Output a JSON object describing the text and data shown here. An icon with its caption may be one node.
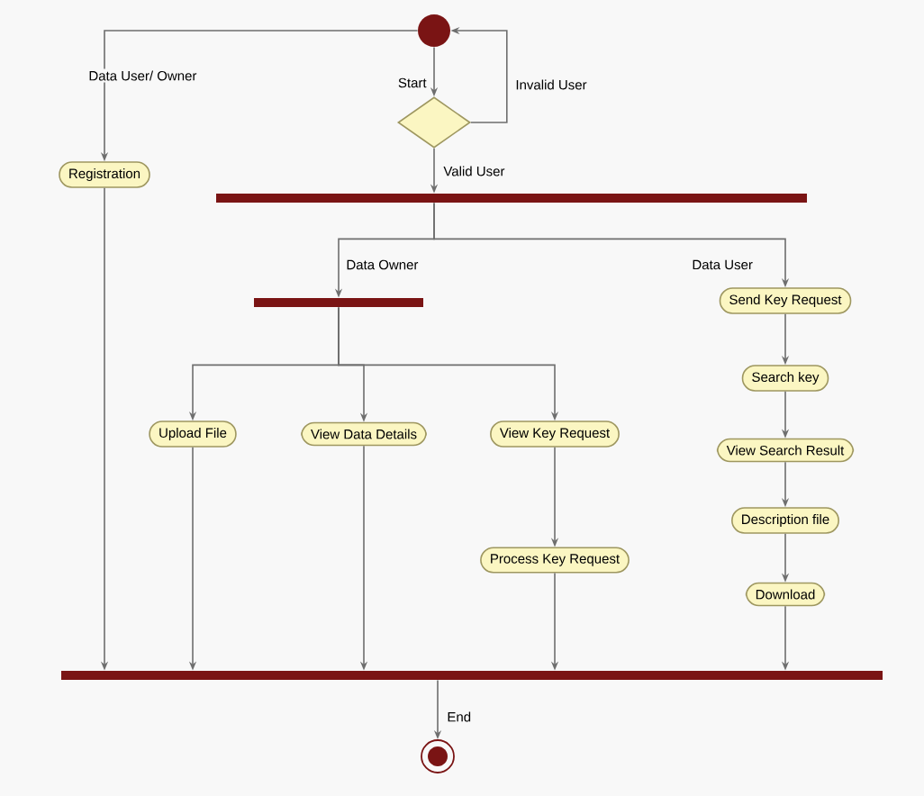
{
  "diagram": {
    "nodes": [
      {
        "text": [],
        "shape": "circle"
      },
      {
        "text": [],
        "shape": "diamond"
      },
      {
        "text": [],
        "shape": "bar"
      },
      {
        "text": [
          "Registration"
        ]
      },
      {
        "text": [],
        "shape": "bar"
      },
      {
        "text": [
          "Upload File"
        ]
      },
      {
        "text": [
          "View Data Details"
        ]
      },
      {
        "text": [
          "View Key Request"
        ]
      },
      {
        "text": [
          "Process Key Request"
        ]
      },
      {
        "text": [
          "Send Key Request"
        ]
      },
      {
        "text": [
          "Search key"
        ]
      },
      {
        "text": [
          "View Search Result"
        ]
      },
      {
        "text": [
          "Description file"
        ]
      },
      {
        "text": [
          "Download"
        ]
      },
      {
        "text": [],
        "shape": "bar"
      },
      {
        "text": [],
        "shape": "circle"
      }
    ],
    "edges": [
      {
        "from": 0,
        "to": 1,
        "arrow": "to",
        "label": "Start"
      },
      {
        "from": 1,
        "to": 0,
        "arrow": "to",
        "label": "Invalid User"
      },
      {
        "from": 1,
        "to": 2,
        "arrow": "to",
        "label": "Valid User"
      },
      {
        "from": 0,
        "to": 3,
        "arrow": "to",
        "label": "Data User/ Owner"
      },
      {
        "from": 2,
        "to": 4,
        "arrow": "to",
        "label": "Data Owner"
      },
      {
        "from": 2,
        "to": 9,
        "arrow": "to",
        "label": "Data User"
      },
      {
        "from": 4,
        "to": 5,
        "arrow": "to"
      },
      {
        "from": 4,
        "to": 6,
        "arrow": "to"
      },
      {
        "from": 4,
        "to": 7,
        "arrow": "to"
      },
      {
        "from": 7,
        "to": 8,
        "arrow": "to"
      },
      {
        "from": 9,
        "to": 10,
        "arrow": "to"
      },
      {
        "from": 10,
        "to": 11,
        "arrow": "to"
      },
      {
        "from": 11,
        "to": 12,
        "arrow": "to"
      },
      {
        "from": 12,
        "to": 13,
        "arrow": "to"
      },
      {
        "from": 3,
        "to": 14,
        "arrow": "to"
      },
      {
        "from": 5,
        "to": 14,
        "arrow": "to"
      },
      {
        "from": 6,
        "to": 14,
        "arrow": "to"
      },
      {
        "from": 8,
        "to": 14,
        "arrow": "to"
      },
      {
        "from": 13,
        "to": 14,
        "arrow": "to"
      },
      {
        "from": 14,
        "to": 15,
        "arrow": "to",
        "label": "End"
      }
    ]
  }
}
